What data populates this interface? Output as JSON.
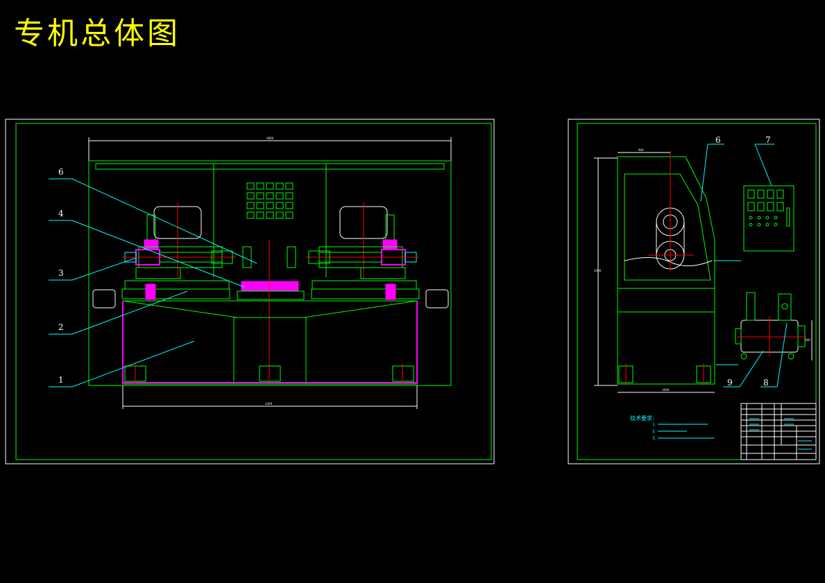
{
  "title": "专机总体图",
  "front_view": {
    "callouts": [
      "6",
      "4",
      "3",
      "2",
      "1"
    ]
  },
  "side_view": {
    "callouts": [
      "6",
      "7",
      "9",
      "8"
    ],
    "tech_req_title": "技术要求:",
    "tech_req_items": [
      "1.",
      "2.",
      "3."
    ]
  },
  "colors": {
    "title": "#ffff00",
    "frame": "#ffffff",
    "outline": "#00ff00",
    "leader": "#00ffff",
    "center_line": "#ff0000",
    "section": "#ff00ff"
  }
}
